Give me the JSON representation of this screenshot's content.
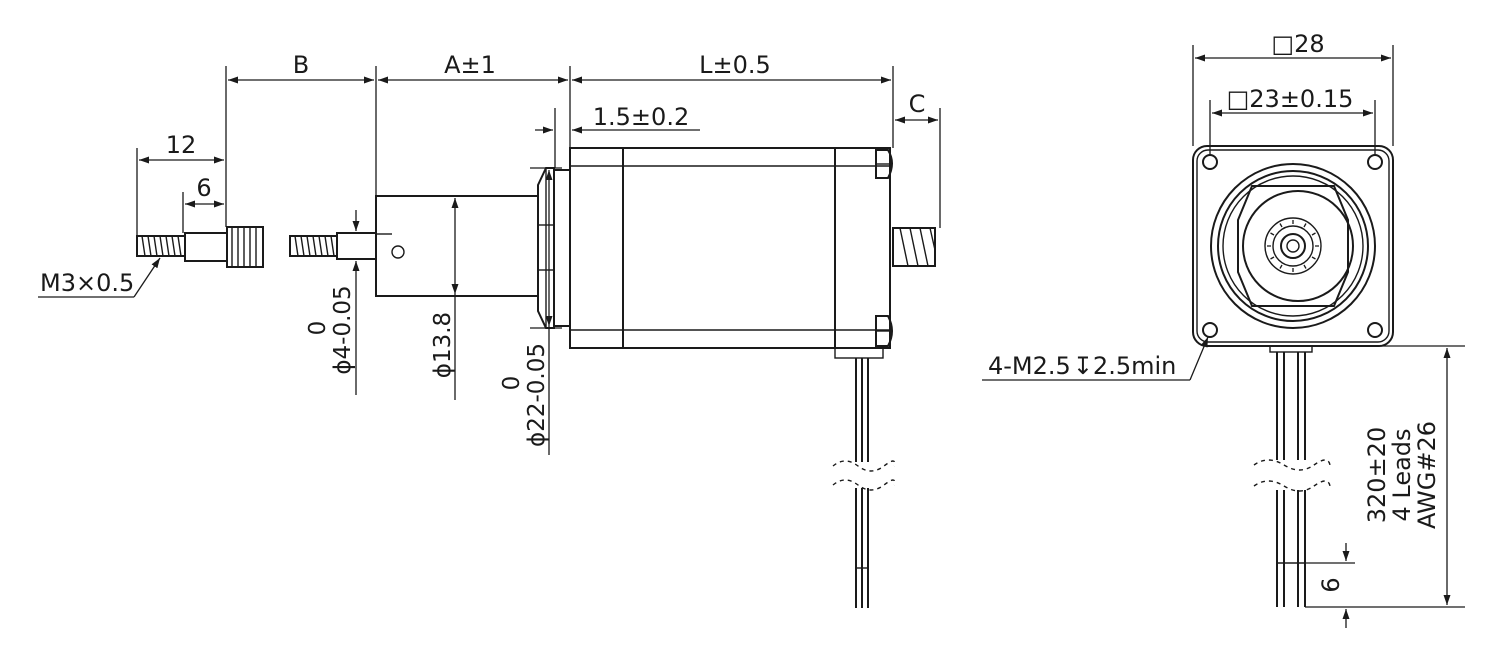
{
  "side_view": {
    "dim_b": "B",
    "dim_a": "A±1",
    "dim_l": "L±0.5",
    "dim_c": "C",
    "dim_flange": "1.5±0.2",
    "dim_12": "12",
    "dim_6": "6",
    "thread": "M3×0.5",
    "shaft_dia_top": "0",
    "shaft_dia": "ϕ4-0.05",
    "nut_dia": "ϕ13.8",
    "boss_dia_top": "0",
    "boss_dia": "ϕ22-0.05"
  },
  "front_view": {
    "outer_square": "□28",
    "hole_spacing": "□23±0.15",
    "mount_holes": "4-M2.5",
    "hole_depth": "2.5min",
    "lead_length": "320±20",
    "lead_count": "4 Leads",
    "wire_gauge": "AWG#26",
    "strip_length": "6"
  }
}
